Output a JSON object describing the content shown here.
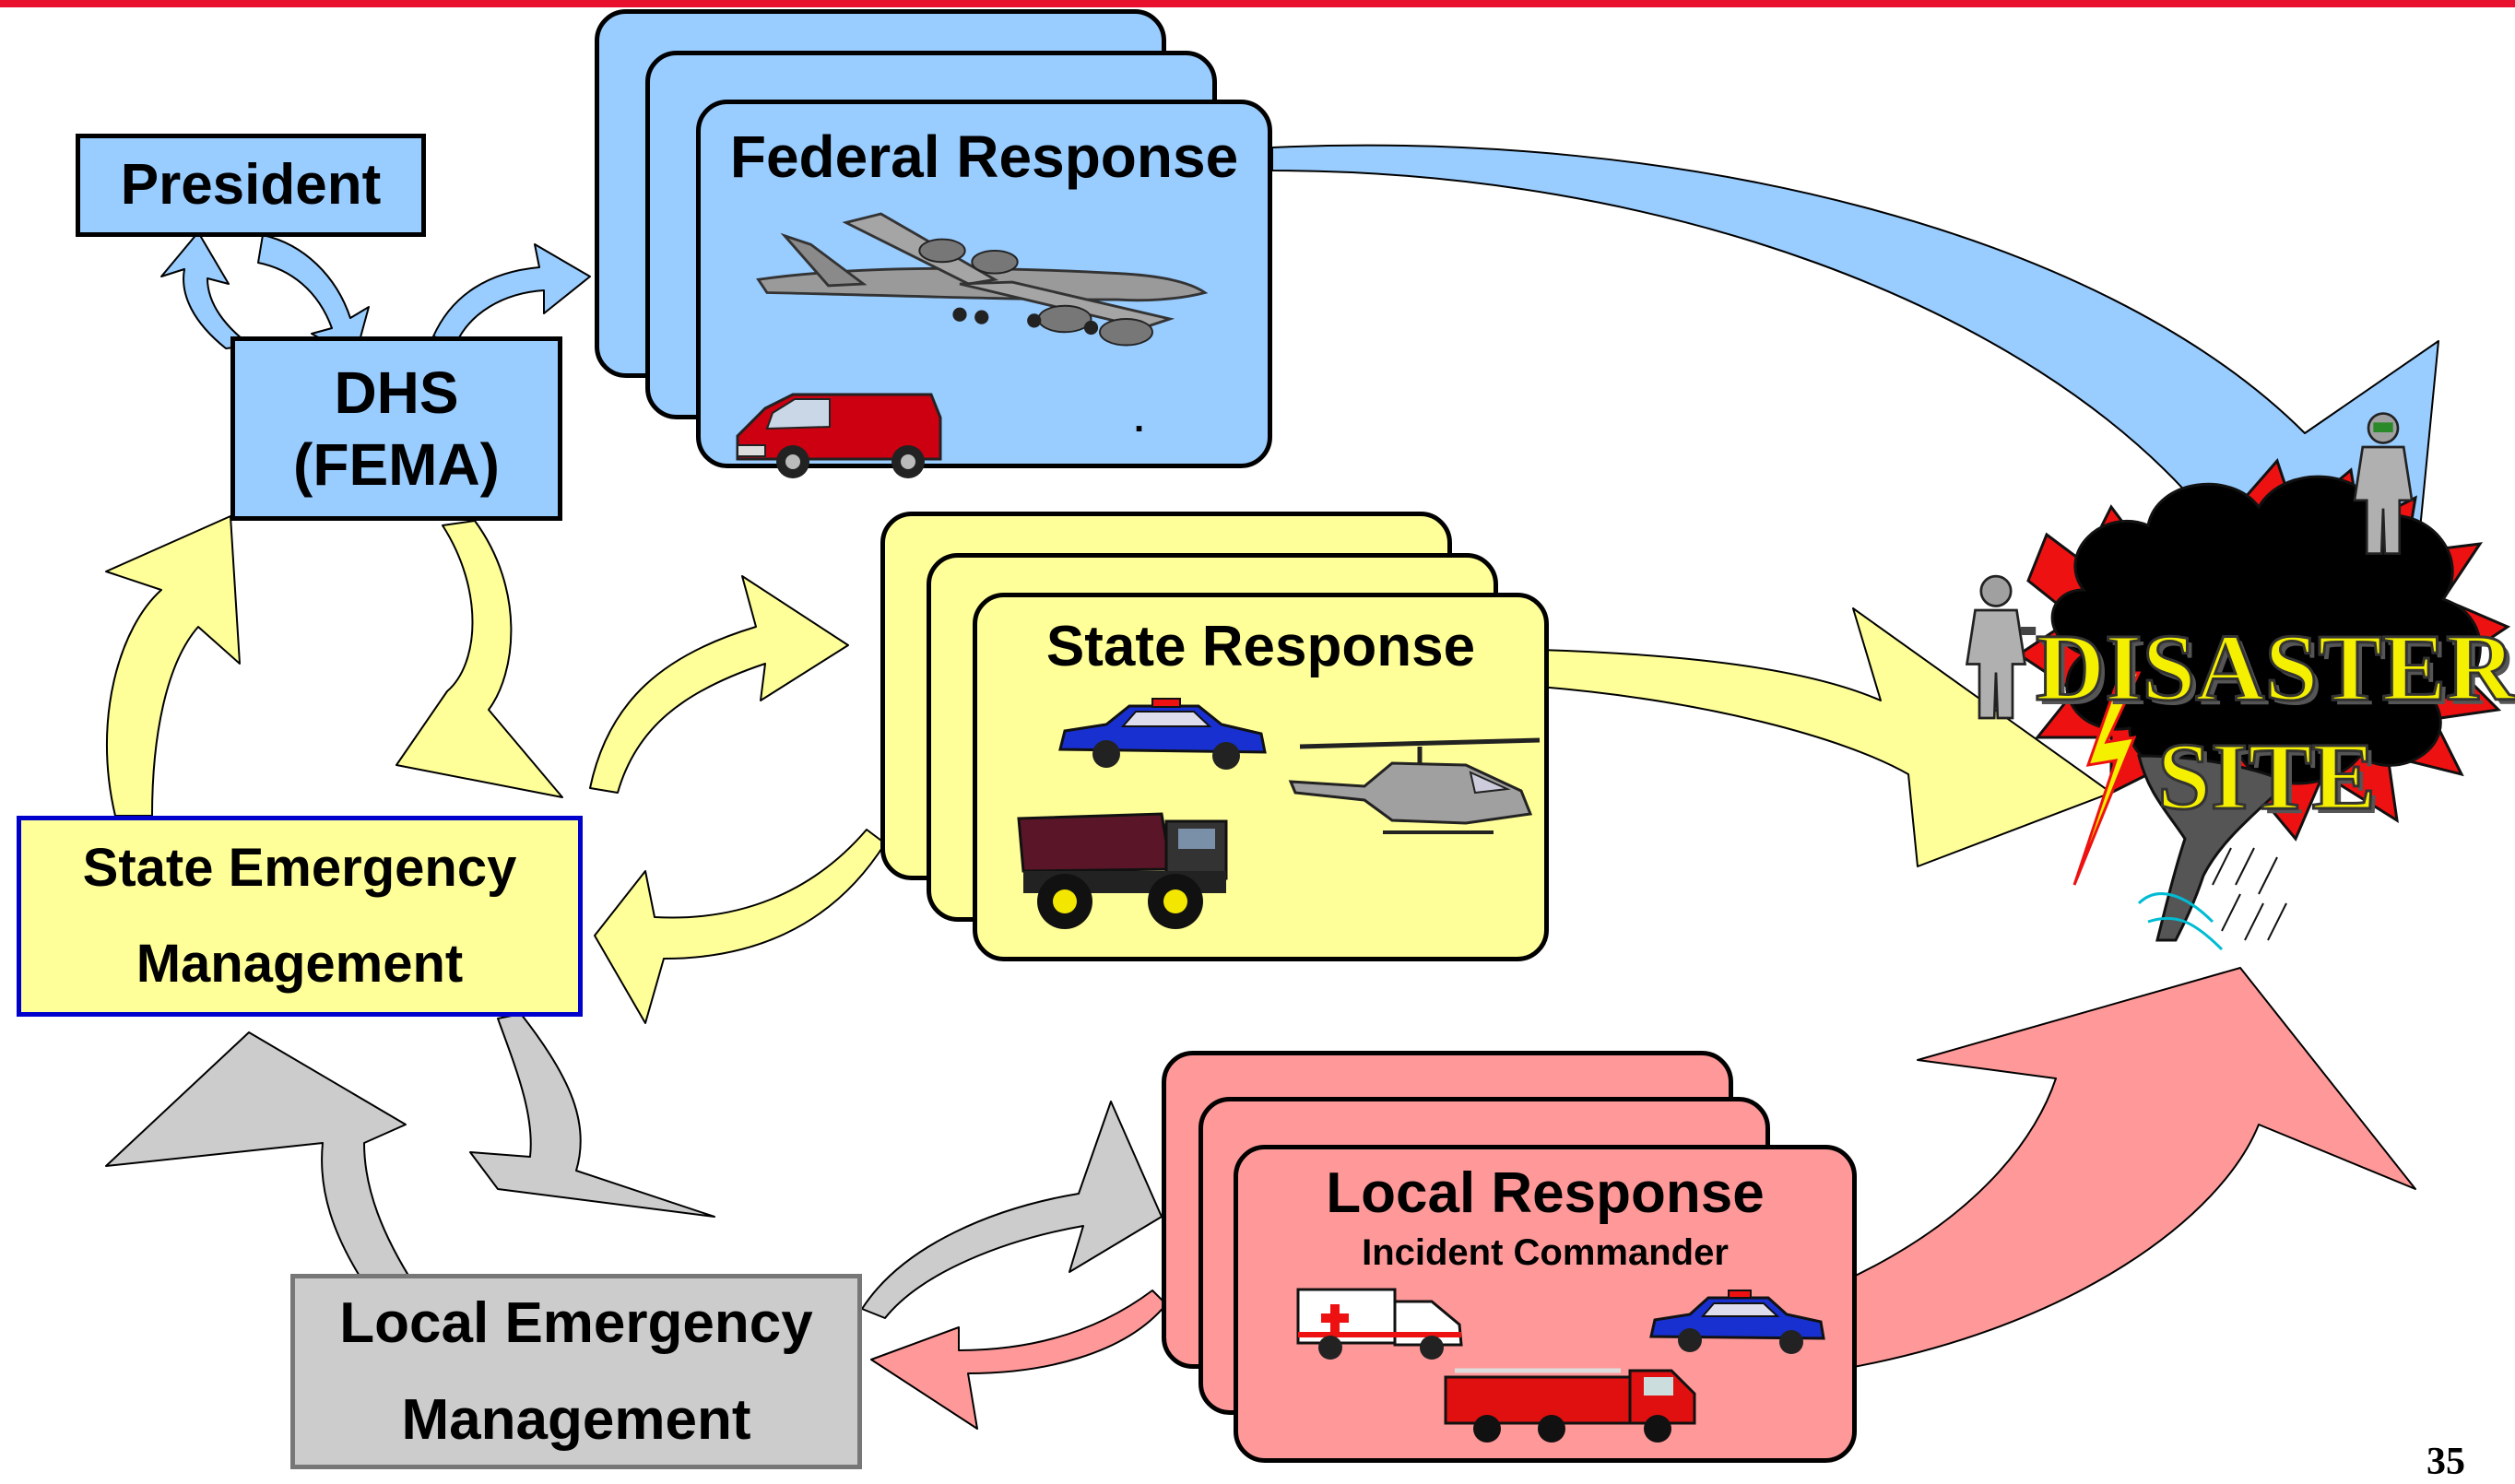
{
  "diagram": {
    "president": "President",
    "dhs_line1": "DHS",
    "dhs_line2": "(FEMA)",
    "state_em_line1": "State Emergency",
    "state_em_line2": "Management",
    "local_em_line1": "Local Emergency",
    "local_em_line2": "Management",
    "federal_response": "Federal Response",
    "federal_dot": ".",
    "state_response": "State Response",
    "local_response": "Local Response",
    "incident_commander": "Incident Commander",
    "disaster_line1": "DISASTER",
    "disaster_line2": "SITE",
    "page_number": "35"
  },
  "icons": [
    "cargo-plane-icon",
    "van-icon",
    "police-car-icon",
    "helicopter-icon",
    "dump-truck-icon",
    "ambulance-icon",
    "fire-truck-icon",
    "hazmat-worker-icon",
    "tornado-icon",
    "lightning-icon"
  ],
  "colors": {
    "rule_red": "#e8102e",
    "federal_blue": "#99ccff",
    "state_yellow": "#ffff99",
    "local_red": "#ff9999",
    "local_gray": "#cccccc",
    "state_em_border": "#0000cc"
  }
}
